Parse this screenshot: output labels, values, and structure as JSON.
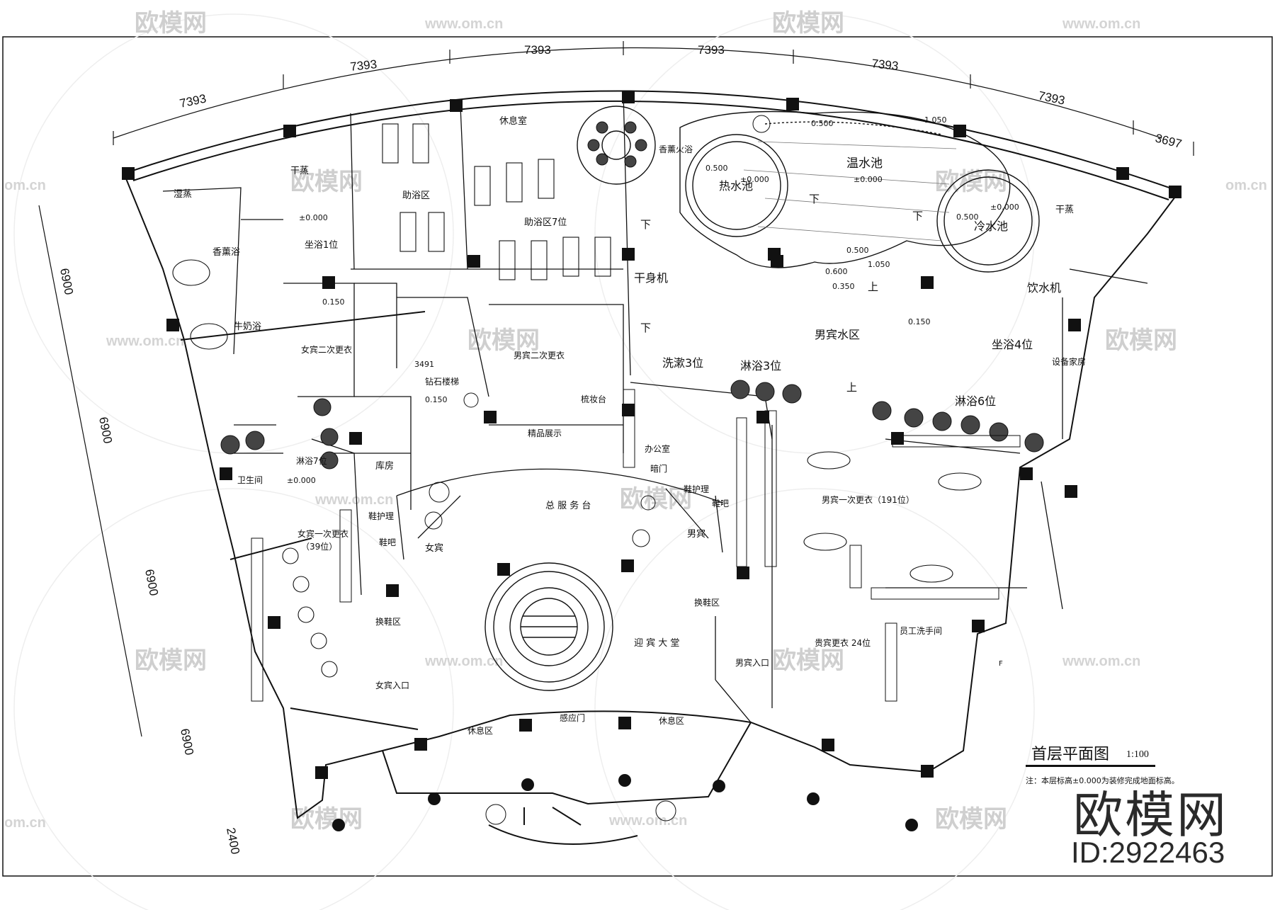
{
  "drawing": {
    "title": "首层平面图",
    "scale": "1:100",
    "note": "注：本层标高±0.000为装修完成地面标高。"
  },
  "brand": {
    "logo_text": "欧模网",
    "id_text": "ID:2922463",
    "watermark_text": "欧模网",
    "watermark_url": "www.om.cn",
    "watermark_edge": "om.cn"
  },
  "dimensions": {
    "top": [
      "7393",
      "7393",
      "7393",
      "7393",
      "7393",
      "7393",
      "3697"
    ],
    "left": [
      "6900",
      "6900",
      "6900",
      "6900",
      "2400"
    ],
    "stair": "3491"
  },
  "rooms": {
    "shiyun": "湿蒸",
    "ganzheng_left": "干蒸",
    "zhuyu": "助浴区",
    "xiuxishi": "休息室",
    "xiangxunhuoyu": "香薰火浴",
    "wenshuichi": "温水池",
    "reshuichi": "热水池",
    "lengshuichi": "冷水池",
    "ganzheng_right": "干蒸",
    "zhuyu7": "助浴区7位",
    "xiangxunyu": "香薰浴",
    "niunaiyu": "牛奶浴",
    "zuoyu1": "坐浴1位",
    "ganshenji": "干身机",
    "yinshuiji": "饮水机",
    "nanbinshuiqu": "男宾水区",
    "zuoyu4": "坐浴4位",
    "shebeifang": "设备家房",
    "nvbin2": "女宾二次更衣",
    "nanbin2": "男宾二次更衣",
    "zuanshilouti": "钻石楼梯",
    "shuzhuangtai": "梳妆台",
    "jingpinzhanshi": "精品展示",
    "xishu3": "洗漱3位",
    "linyu3": "淋浴3位",
    "linyu6": "淋浴6位",
    "linyu7": "淋浴7位",
    "kufang": "库房",
    "weishengjian": "卫生间",
    "bangongshi": "办公室",
    "anmen": "暗门",
    "zongfuwutai": "总 服 务 台",
    "nvbin1": "女宾一次更衣",
    "nvbin1_count": "（39位）",
    "nanbin1": "男宾一次更衣（191位）",
    "xiehuli_left": "鞋护理",
    "xieba_left": "鞋吧",
    "xiehuli_right": "鞋护理",
    "xieba_right": "鞋吧",
    "nvbin": "女宾",
    "nanbin": "男宾",
    "huanxiequ_left": "换鞋区",
    "huanxiequ_right": "换鞋区",
    "yingbindatang": "迎 宾 大 堂",
    "guibingengyi": "贵宾更衣 24位",
    "yuangongxishou": "员工洗手间",
    "nvbinrukou": "女宾入口",
    "nanbinrukou": "男宾入口",
    "ganyingmen": "感应门",
    "xiuxiqu_left": "休息区",
    "xiuxiqu_right": "休息区"
  },
  "levels": {
    "l0a": "±0.000",
    "l0b": "±0.000",
    "l0c": "±0.000",
    "l0d": "±0.000",
    "l0e": "±0.000",
    "l150a": "0.150",
    "l150b": "0.150",
    "l150c": "0.150",
    "l500a": "0.500",
    "l500b": "0.500",
    "l500c": "0.500",
    "l500d": "0.500",
    "l1050a": "1.050",
    "l1050b": "1.050",
    "l600": "0.600",
    "l350": "0.350",
    "down": "下",
    "up": "上",
    "mark_f": "F"
  },
  "colors": {
    "line": "#111111",
    "watermark": "#cfcfcf"
  }
}
